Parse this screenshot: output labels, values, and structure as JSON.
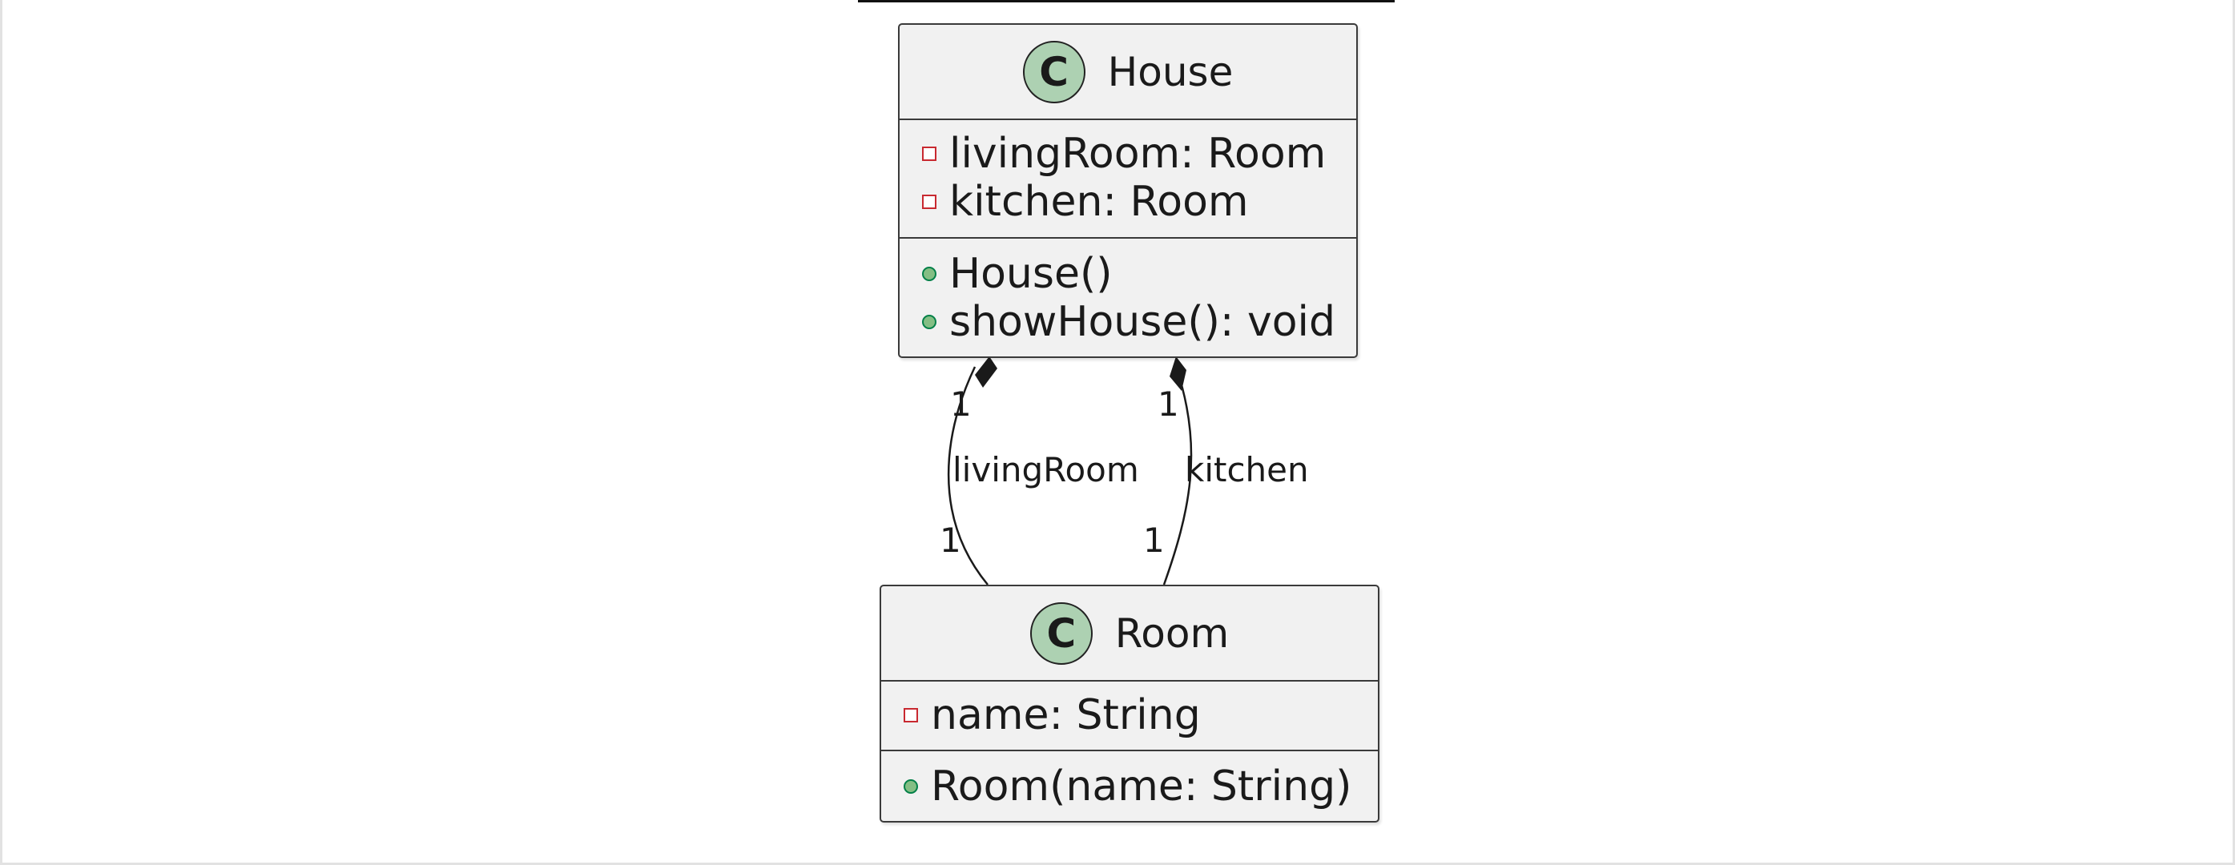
{
  "colors": {
    "class_fill": "#f1f1f1",
    "class_border": "#3a3a3a",
    "stereotype_fill": "#add1b2",
    "private_marker": "#c82930",
    "public_marker": "#84be84",
    "edge": "#1a1a1a"
  },
  "classes": {
    "house": {
      "stereotype": "C",
      "name": "House",
      "attributes": [
        {
          "visibility": "private",
          "text": "livingRoom: Room"
        },
        {
          "visibility": "private",
          "text": "kitchen: Room"
        }
      ],
      "methods": [
        {
          "visibility": "public",
          "text": "House()"
        },
        {
          "visibility": "public",
          "text": "showHouse(): void"
        }
      ]
    },
    "room": {
      "stereotype": "C",
      "name": "Room",
      "attributes": [
        {
          "visibility": "private",
          "text": "name: String"
        }
      ],
      "methods": [
        {
          "visibility": "public",
          "text": "Room(name: String)"
        }
      ]
    }
  },
  "relations": [
    {
      "type": "composition",
      "from": "House",
      "to": "Room",
      "label": "livingRoom",
      "from_multiplicity": "1",
      "to_multiplicity": "1"
    },
    {
      "type": "composition",
      "from": "House",
      "to": "Room",
      "label": "kitchen",
      "from_multiplicity": "1",
      "to_multiplicity": "1"
    }
  ]
}
